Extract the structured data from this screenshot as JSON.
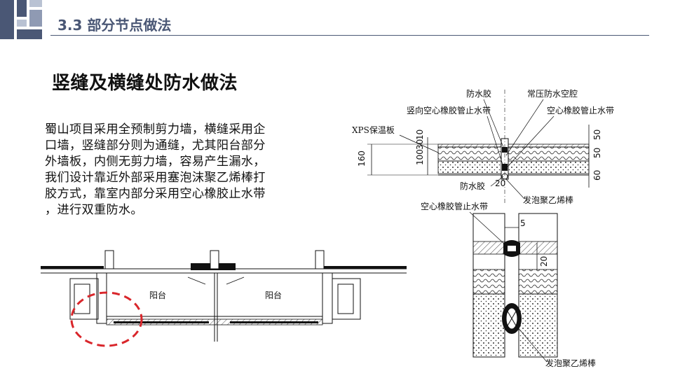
{
  "header": {
    "section_title": "3.3 部分节点做法"
  },
  "title": "竖缝及横缝处防水做法",
  "body_lines": [
    "蜀山项目采用全预制剪力墙，横缝采用企",
    "口墙，竖缝部分则为通缝，尤其阳台部分",
    "外墙板，内侧无剪力墙，容易产生漏水，",
    "我们设计靠近外部采用塞泡沫聚乙烯棒打",
    "胶方式，靠室内部分采用空心橡胶止水带",
    "，进行双重防水。"
  ],
  "detail_top": {
    "labels": {
      "sealant_top": "防水胶",
      "pressure_cavity": "常压防水空腔",
      "vertical_rubber": "竖向空心橡胶管止水带",
      "hollow_rubber": "空心橡胶管止水带",
      "xps": "XPS保温板",
      "sealant_bottom": "防水胶",
      "pe_rod": "发泡聚乙烯棒"
    },
    "dims": {
      "left_total": "160",
      "left_a": "100",
      "left_b": "30",
      "left_c": "10",
      "right_a": "50",
      "right_b": "50",
      "right_c": "60",
      "bottom": "20"
    }
  },
  "detail_right": {
    "labels": {
      "hollow_rubber": "空心橡胶管止水带",
      "pe_rod": "发泡聚乙烯棒"
    },
    "dims": {
      "gap": "5",
      "side": "20"
    }
  },
  "plan": {
    "labels": {
      "balcony_left": "阳台",
      "balcony_right": "阳台"
    }
  },
  "colors": {
    "header_text": "#4a5775",
    "highlight_circle": "#d9262b",
    "logo_dark": "#4a5775",
    "logo_light": "#b9c2d3"
  }
}
